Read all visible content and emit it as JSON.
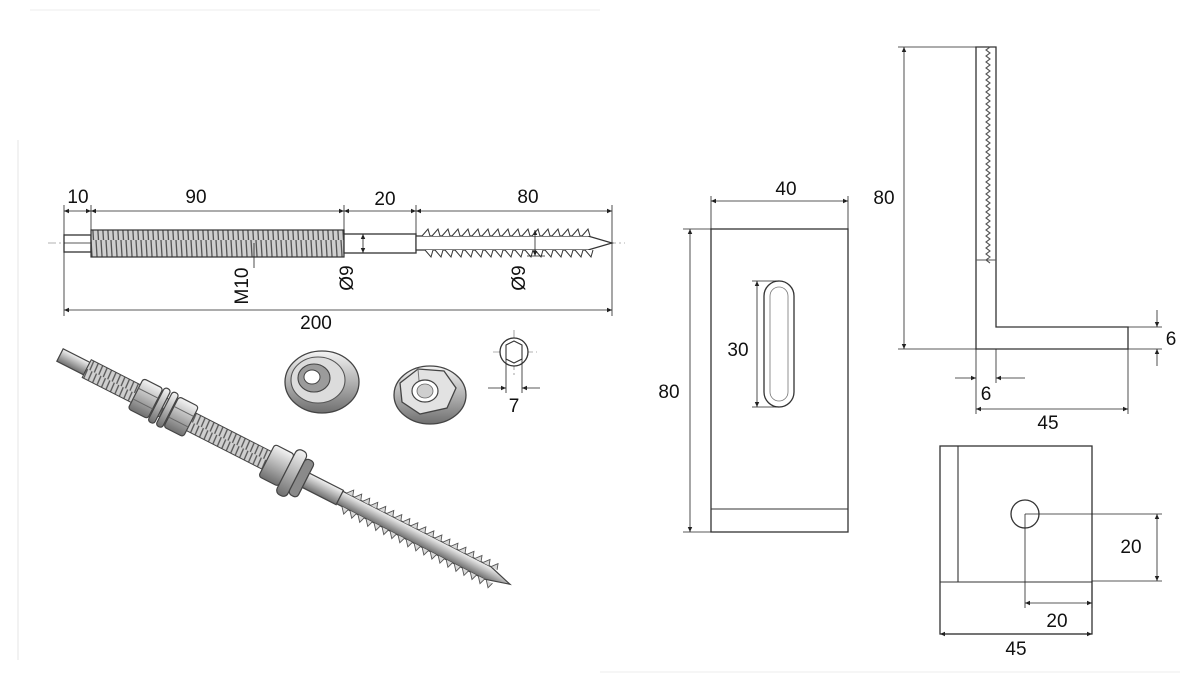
{
  "hanger_bolt": {
    "len_tip": "10",
    "len_machine_thread": "90",
    "len_shank": "20",
    "len_wood_thread": "80",
    "len_total": "200",
    "thread_size": "M10",
    "shank_dia": "Ø9",
    "wood_thread_dia": "Ø9",
    "hex_key": "7"
  },
  "clamp_plate": {
    "width": "40",
    "height": "80",
    "slot_length": "30"
  },
  "angle_bracket": {
    "height": "80",
    "flange_thickness": "6",
    "web_thickness": "6",
    "flange_length": "45",
    "hole_offset_x": "20",
    "hole_offset_y": "20",
    "base_width": "45"
  },
  "colors": {
    "line": "#333333",
    "metal_light": "#e8e8e8",
    "metal_mid": "#bdbdbd",
    "metal_dark": "#6e6e6e"
  }
}
